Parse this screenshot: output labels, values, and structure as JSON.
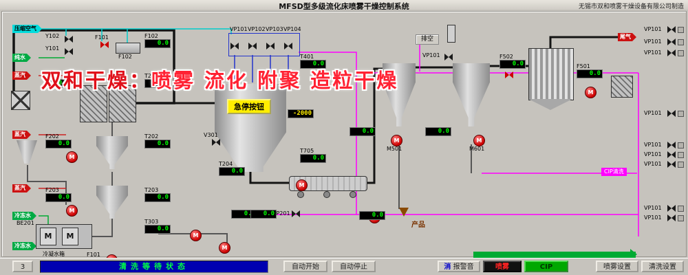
{
  "title_bar": {
    "title": "MFSD型多级流化床喷雾干燥控制系统",
    "manufacturer": "无锡市双和喷雾干燥设备有限公司制造"
  },
  "watermark": {
    "part1": "双和干燥：",
    "part2": "喷雾 流化 附聚 造粒干燥"
  },
  "glyphs": {
    "motor": "M"
  },
  "colors": {
    "pipe_magenta": "#ff00ff",
    "pipe_cyan": "#00cccc",
    "supply_green": "#00aa44",
    "supply_red": "#cc1111",
    "alarm_yellow": "#ffee00",
    "value_green": "#00ff00"
  },
  "supply_tags": [
    {
      "label": "压缩空气"
    },
    {
      "label": "纯水"
    },
    {
      "label": "蒸汽"
    },
    {
      "label": "蒸汽"
    },
    {
      "label": "蒸汽"
    },
    {
      "label": "冷冻水"
    },
    {
      "label": "冷冻水"
    }
  ],
  "labels": {
    "y102": "Y102",
    "y101": "Y101",
    "f101": "F101",
    "f102_unit": "F102",
    "v301": "V301",
    "vent": "排空",
    "vp101": "VP101",
    "vp201": "VP201",
    "offgas": "尾气",
    "product": "产品",
    "m501": "M501",
    "m601": "M601",
    "be201": "BE201",
    "cond_tank": "冷凝水箱",
    "f101_pump": "F101",
    "estop": "急停按钮",
    "cip_line": "CIP清洗",
    "vp_manifold": [
      "VP101",
      "VP102",
      "VP103",
      "VP104"
    ]
  },
  "displays": [
    {
      "label": "F102",
      "value": "0.0"
    },
    {
      "label": "T201",
      "value": "0.0"
    },
    {
      "label": "F201",
      "value": "0.0"
    },
    {
      "label": "F202",
      "value": "0.0"
    },
    {
      "label": "T202",
      "value": "0.0"
    },
    {
      "label": "F203",
      "value": "0.0"
    },
    {
      "label": "T203",
      "value": "0.0"
    },
    {
      "label": "T303",
      "value": "0.0"
    },
    {
      "label": "T204",
      "value": "0.0"
    },
    {
      "label": "T401",
      "value": "0.0"
    },
    {
      "label": "",
      "value": "-2000"
    },
    {
      "label": "T705",
      "value": "0.0"
    },
    {
      "label": "",
      "value": "0.0"
    },
    {
      "label": "",
      "value": "0.0"
    },
    {
      "label": "",
      "value": "0.0"
    },
    {
      "label": "F502",
      "value": "0.0"
    },
    {
      "label": "F501",
      "value": "0.0"
    },
    {
      "label": "",
      "value": "0.0"
    },
    {
      "label": "",
      "value": "0.0"
    }
  ],
  "status_bar": {
    "left_btn": "3",
    "status": "清洗等待状态",
    "btn_auto_start": "自动开始",
    "btn_auto_stop": "自动停止",
    "btn_mute_prefix": "消",
    "btn_mute": "报警音",
    "btn_spray": "喷雾",
    "btn_cip": "CIP",
    "btn_spray_set": "喷雾设置",
    "btn_clean_set": "清洗设置"
  }
}
